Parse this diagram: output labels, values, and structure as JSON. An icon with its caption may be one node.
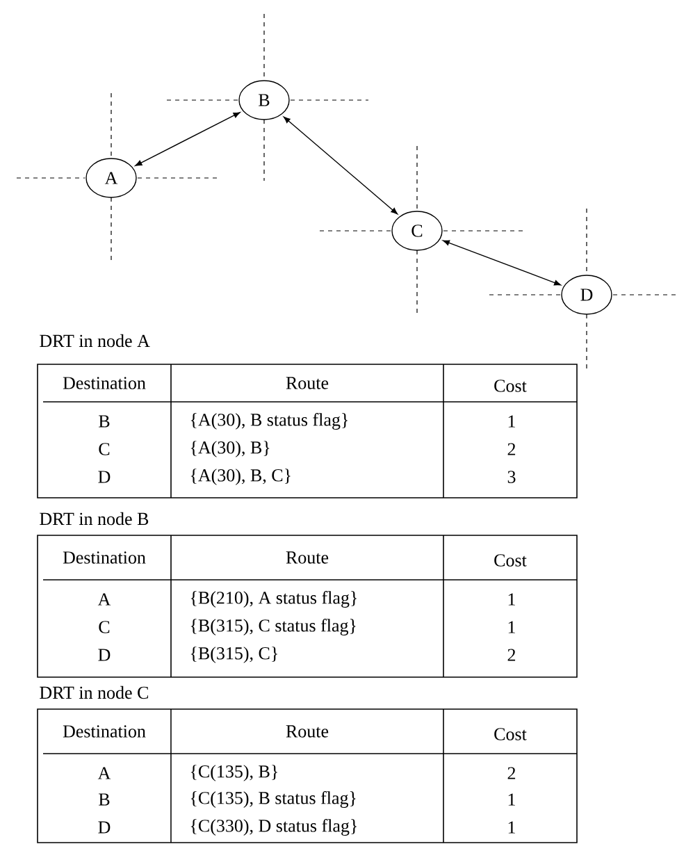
{
  "diagram": {
    "nodes": [
      {
        "text": [
          "A"
        ]
      },
      {
        "text": [
          "B"
        ]
      },
      {
        "text": [
          "C"
        ]
      },
      {
        "text": [
          "D"
        ]
      }
    ],
    "edges": [
      {
        "from": 0,
        "to": 1,
        "arrow": "both"
      },
      {
        "from": 1,
        "to": 2,
        "arrow": "both"
      },
      {
        "from": 2,
        "to": 3,
        "arrow": "both"
      }
    ],
    "labels": [
      "DRT in node A",
      "Destination",
      "Route",
      "Cost",
      "B",
      "{A(30), B status flag}",
      "1",
      "C",
      "{A(30), B}",
      "2",
      "D",
      "{A(30), B, C}",
      "3",
      "DRT in node B",
      "Destination",
      "Route",
      "Cost",
      "A",
      "{B(210), A status flag}",
      "1",
      "C",
      "{B(315), C status flag}",
      "1",
      "D",
      "{B(315), C}",
      "2",
      "DRT in node C",
      "Destination",
      "Route",
      "Cost",
      "A",
      "{C(135), B}",
      "2",
      "B",
      "{C(135), B status flag}",
      "1",
      "D",
      "{C(330), D status flag}",
      "1"
    ]
  }
}
